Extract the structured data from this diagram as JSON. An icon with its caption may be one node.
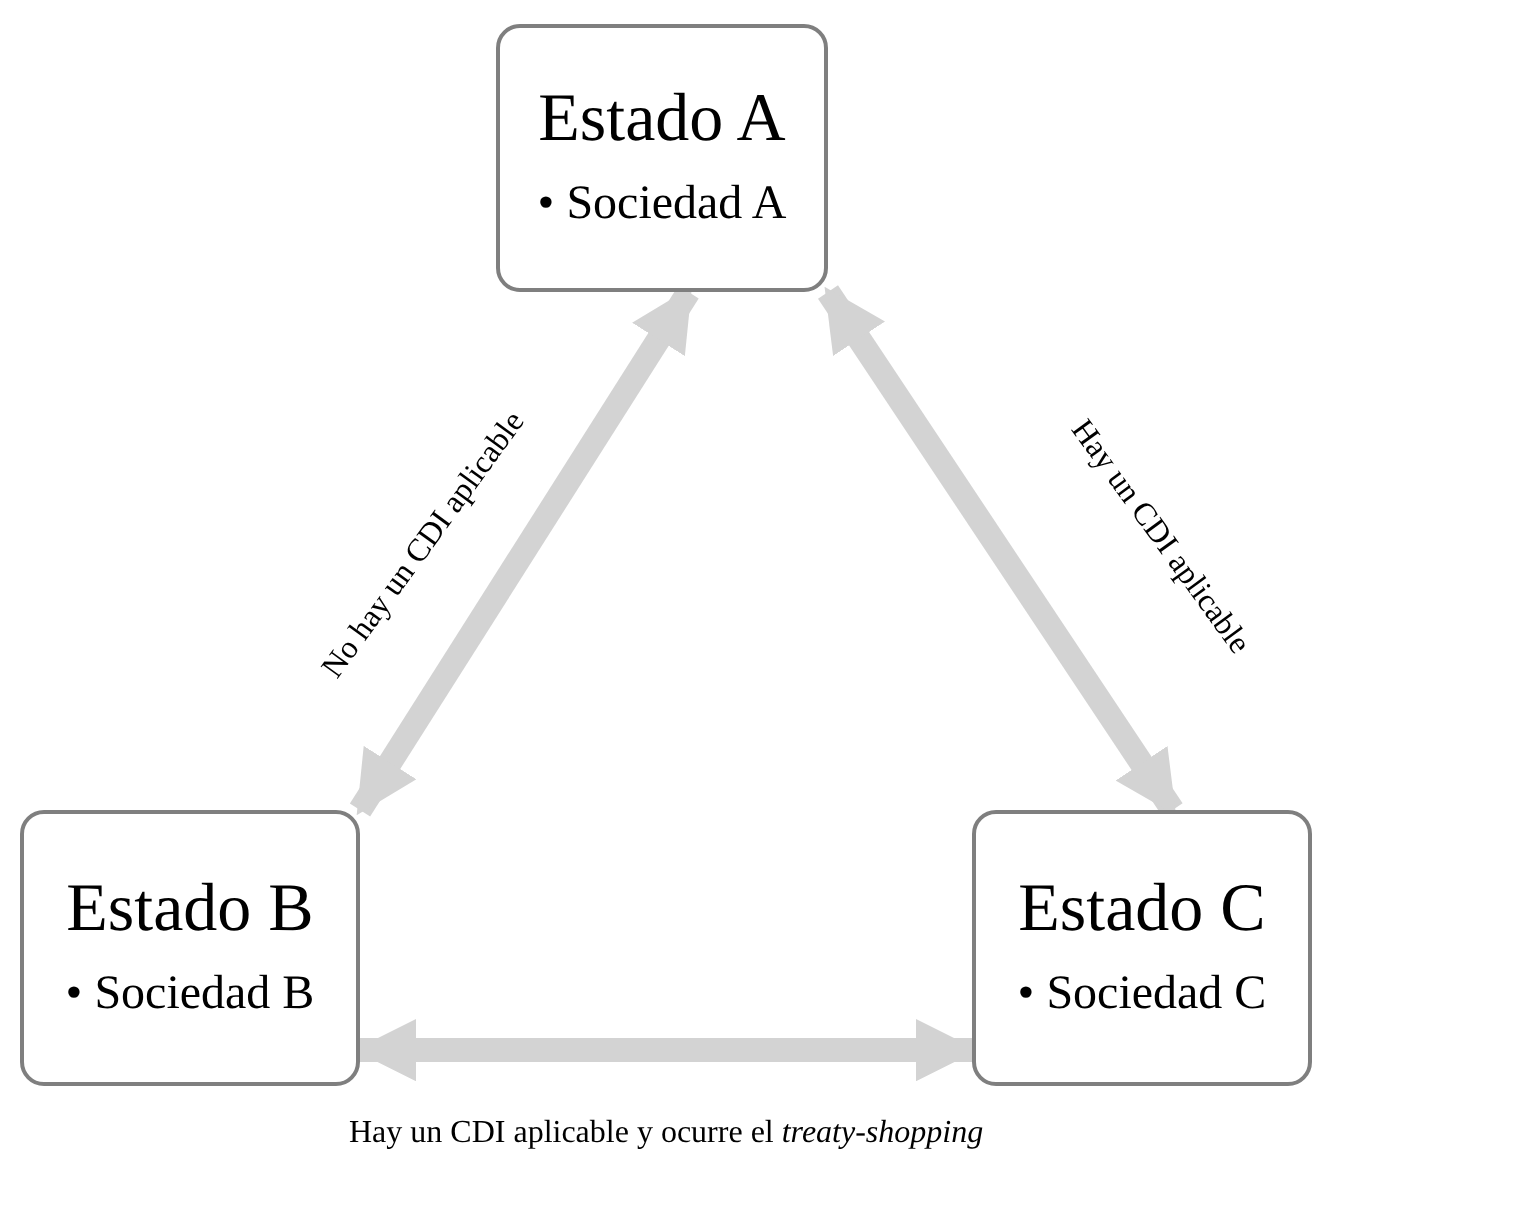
{
  "diagram": {
    "nodes": [
      {
        "text": [
          "Estado A",
          "• Sociedad A"
        ]
      },
      {
        "text": [
          "Estado B",
          "• Sociedad B"
        ]
      },
      {
        "text": [
          "Estado C",
          "• Sociedad C"
        ]
      }
    ],
    "edges": [
      {
        "from": 0,
        "to": 1,
        "arrow": "both",
        "label": "No hay un CDI aplicable"
      },
      {
        "from": 0,
        "to": 2,
        "arrow": "both",
        "label": "Hay un CDI aplicable"
      },
      {
        "from": 1,
        "to": 2,
        "arrow": "both",
        "label": "Hay un CDI aplicable y ocurre el *treaty-shopping*"
      }
    ]
  }
}
